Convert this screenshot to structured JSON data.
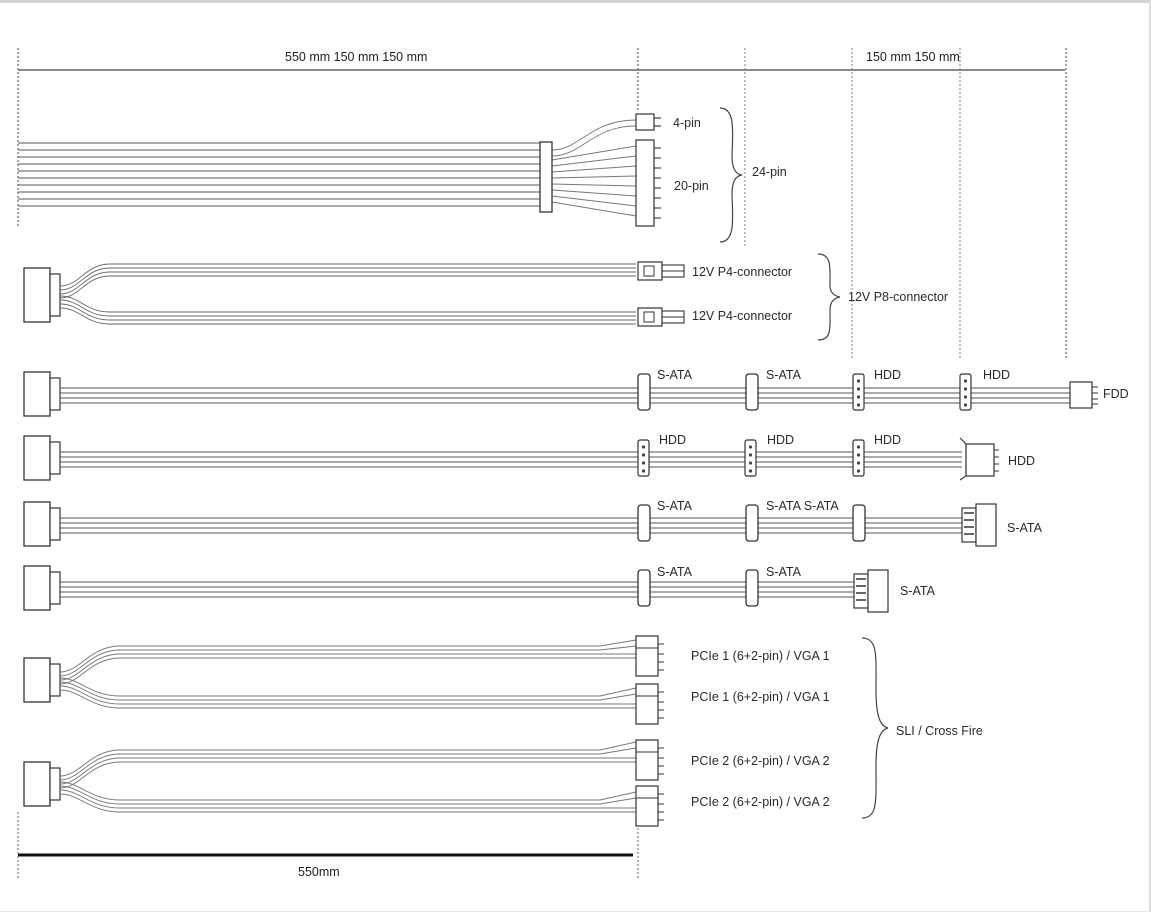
{
  "dimensions": {
    "top_left": "550 mm 150 mm 150 mm",
    "top_right": "150 mm 150 mm",
    "bottom": "550mm"
  },
  "atx": {
    "pin4": "4-pin",
    "pin20": "20-pin",
    "group": "24-pin"
  },
  "cpu": {
    "p4_a": "12V P4-connector",
    "p4_b": "12V P4-connector",
    "group": "12V P8-connector"
  },
  "cable3": {
    "c1": "S-ATA",
    "c2": "S-ATA",
    "c3": "HDD",
    "c4": "HDD",
    "end": "FDD"
  },
  "cable4": {
    "c1": "HDD",
    "c2": "HDD",
    "c3": "HDD",
    "end": "HDD"
  },
  "cable5": {
    "c1": "S-ATA",
    "c2": "S-ATA S-ATA",
    "end": "S-ATA"
  },
  "cable6": {
    "c1": "S-ATA",
    "c2": "S-ATA",
    "end": "S-ATA"
  },
  "pcie": {
    "a1": "PCIe 1 (6+2-pin) / VGA 1",
    "a2": "PCIe 1 (6+2-pin) / VGA 1",
    "b1": "PCIe 2 (6+2-pin) / VGA 2",
    "b2": "PCIe 2 (6+2-pin) / VGA 2",
    "group": "SLI / Cross Fire"
  }
}
